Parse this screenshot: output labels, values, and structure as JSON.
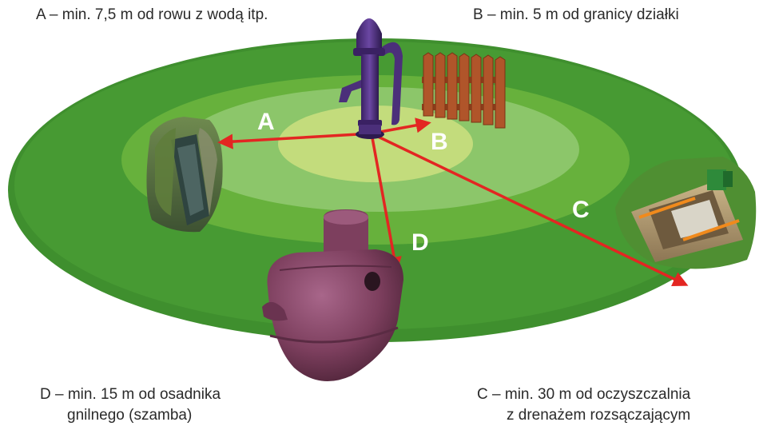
{
  "captions": {
    "a": "A – min. 7,5 m od rowu z wodą itp.",
    "b": "B – min. 5 m od granicy działki",
    "d_line1": "D – min. 15 m od osadnika",
    "d_line2": "gnilnego (szamba)",
    "c_line1": "C – min. 30 m od oczyszczalnia",
    "c_line2": "z drenażem rozsączającym"
  },
  "markers": {
    "a": "A",
    "b": "B",
    "c": "C",
    "d": "D"
  },
  "colors": {
    "ring_outer": "#3f8f2e",
    "ring_mid": "#67b13c",
    "ring_inner_mid": "#8cc66a",
    "ring_center": "#c3dc7c",
    "arrow": "#e32622",
    "pump": "#4b2f7a",
    "tank": "#8a4a66",
    "fence": "#b0552a"
  },
  "icons": {
    "pump": "water-pump-icon",
    "fence": "wooden-fence-icon",
    "ditch": "water-ditch-image",
    "septic_tank": "septic-tank-icon",
    "treatment_plant": "drainage-treatment-plant-image"
  }
}
